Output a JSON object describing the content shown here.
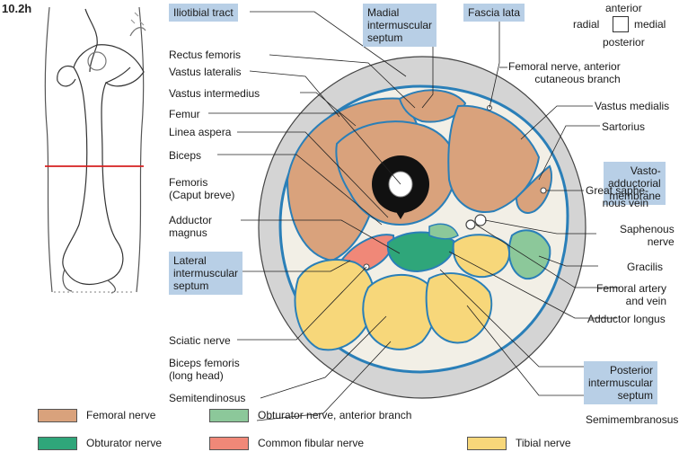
{
  "figure_number": "10.2h",
  "orientation": {
    "anterior": "anterior",
    "radial": "radial",
    "medial": "medial",
    "posterior": "posterior"
  },
  "left_labels": {
    "rectus_femoris": "Rectus femoris",
    "vastus_lateralis": "Vastus lateralis",
    "vastus_intermedius": "Vastus intermedius",
    "femur": "Femur",
    "linea_aspera": "Linea aspera",
    "biceps": "Biceps",
    "femoris_caput_breve": [
      "Femoris",
      "(Caput breve)"
    ],
    "adductor_magnus": [
      "Adductor",
      "magnus"
    ],
    "sciatic_nerve": "Sciatic nerve",
    "biceps_femoris_long": [
      "Biceps femoris",
      "(long head)"
    ],
    "semitendinosus": "Semitendinosus"
  },
  "boxed_labels": {
    "iliotibial_tract": "Iliotibial tract",
    "medial_intermuscular_septum": [
      "Madial",
      "intermuscular",
      "septum"
    ],
    "fascia_lata": "Fascia lata",
    "lateral_intermuscular_septum": [
      "Lateral",
      "intermuscular",
      "septum"
    ],
    "vasto_adductorial_membrane": [
      "Vasto-",
      "adductorial",
      "membrane"
    ],
    "posterior_intermuscular_septum": [
      "Posterior",
      "intermuscular",
      "septum"
    ]
  },
  "right_labels": {
    "femoral_nerve_cutaneous": [
      "Femoral nerve, anterior",
      "cutaneous branch"
    ],
    "vastus_medialis": "Vastus medialis",
    "sartorius": "Sartorius",
    "great_saphenous_vein": [
      "Great saphe-",
      "nous vein"
    ],
    "saphenous_nerve": [
      "Saphenous",
      "nerve"
    ],
    "gracilis": "Gracilis",
    "femoral_artery_vein": [
      "Femoral artery",
      "and vein"
    ],
    "adductor_longus": "Adductor longus",
    "semimembranosus": "Semimembranosus"
  },
  "colors": {
    "femoral_nerve": "#d9a27c",
    "obturator_anterior": "#8cc89a",
    "obturator_nerve": "#2fa67a",
    "common_fibular": "#f08878",
    "tibial_nerve": "#f7d77a",
    "fascia_blue": "#2a7fb8",
    "skin_grey": "#d4d4d4",
    "label_box": "#b8cfe6",
    "section_line": "#d62020"
  },
  "legend": [
    {
      "label": "Femoral nerve",
      "color": "#d9a27c"
    },
    {
      "label": "Obturator nerve, anterior branch",
      "color": "#8cc89a"
    },
    {
      "label": "Obturator nerve",
      "color": "#2fa67a"
    },
    {
      "label": "Common fibular nerve",
      "color": "#f08878"
    },
    {
      "label": "Tibial nerve",
      "color": "#f7d77a"
    }
  ]
}
